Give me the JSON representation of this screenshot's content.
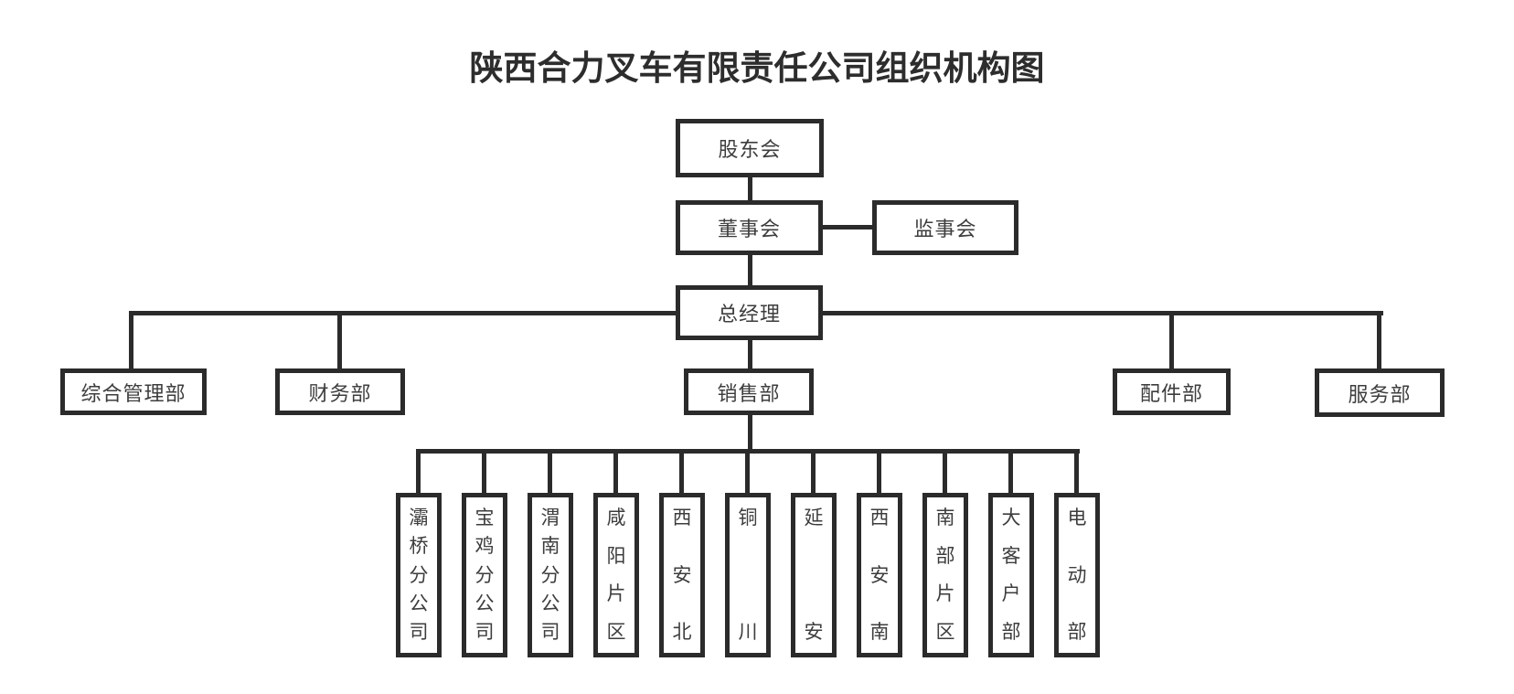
{
  "title": "陕西合力叉车有限责任公司组织机构图",
  "colors": {
    "line": "#2b2b2b",
    "box_text": "#3d3d3d",
    "title_text": "#2d2d2d",
    "background": "#ffffff"
  },
  "org": {
    "shareholders": {
      "label": "股东会"
    },
    "board": {
      "label": "董事会"
    },
    "supervisory_board": {
      "label": "监事会"
    },
    "general_manager": {
      "label": "总经理"
    },
    "departments": [
      {
        "label": "综合管理部"
      },
      {
        "label": "财务部"
      },
      {
        "label": "销售部"
      },
      {
        "label": "配件部"
      },
      {
        "label": "服务部"
      }
    ],
    "sales_units": [
      {
        "label": "灞桥分公司"
      },
      {
        "label": "宝鸡分公司"
      },
      {
        "label": "渭南分公司"
      },
      {
        "label": "咸阳片区"
      },
      {
        "label": "西安北"
      },
      {
        "label": "铜川"
      },
      {
        "label": "延安"
      },
      {
        "label": "西安南"
      },
      {
        "label": "南部片区"
      },
      {
        "label": "大客户部"
      },
      {
        "label": "电动部"
      }
    ]
  }
}
